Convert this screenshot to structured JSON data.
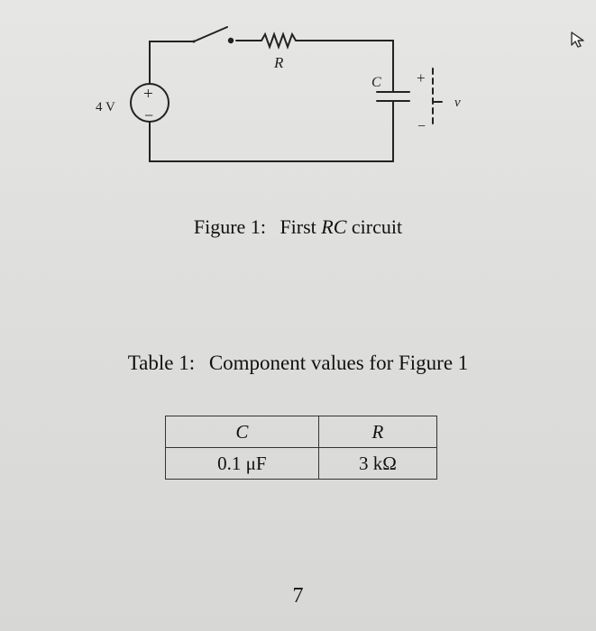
{
  "figure": {
    "source_label": "4 V",
    "source_plus": "+",
    "source_minus": "−",
    "resistor_label": "R",
    "capacitor_label": "C",
    "voltage_plus": "+",
    "voltage_minus": "−",
    "voltage_label": "v",
    "caption_label": "Figure 1:",
    "caption_text_pre": "First",
    "caption_text_em": "RC",
    "caption_text_post": "circuit"
  },
  "table": {
    "caption_label": "Table 1:",
    "caption_text": "Component values for Figure 1",
    "headers": [
      "C",
      "R"
    ],
    "row": [
      "0.1 μF",
      "3 kΩ"
    ]
  },
  "page_number": "7",
  "icons": {
    "cursor": "cursor-arrow-icon"
  }
}
